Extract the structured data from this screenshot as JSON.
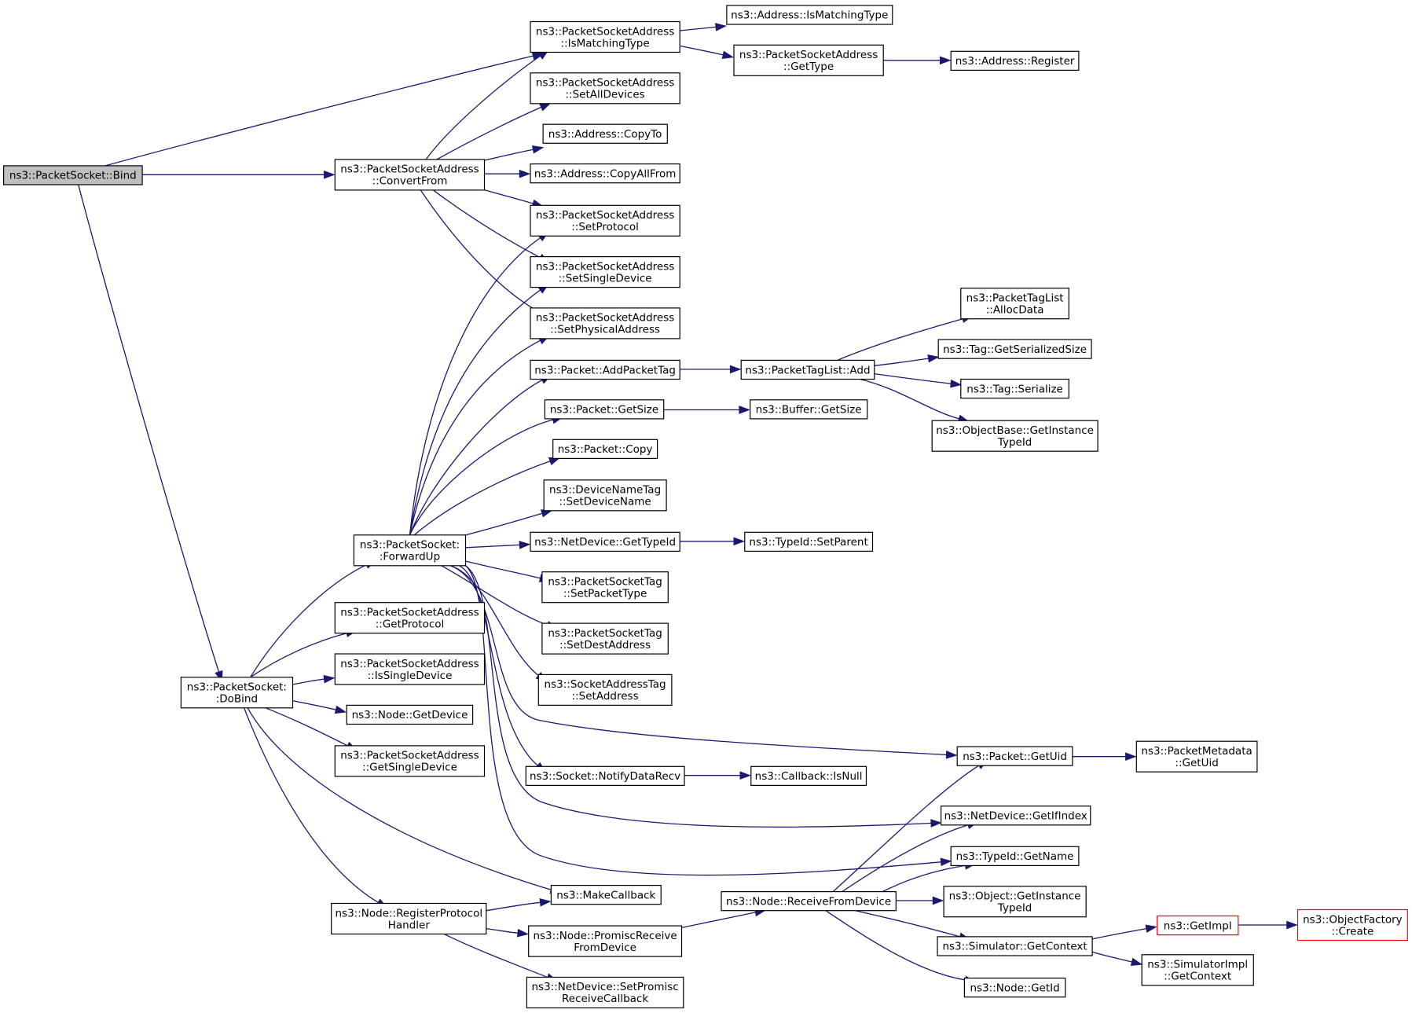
{
  "colors": {
    "edge": "#191970",
    "node_border": "#000000",
    "root_fill": "#bfbfbf",
    "truncated_border": "#ff0000",
    "node_fill": "#ffffff"
  },
  "nodes": [
    {
      "id": "bind",
      "lines": [
        "ns3::PacketSocket::Bind"
      ],
      "style": "root"
    },
    {
      "id": "psa_convert",
      "lines": [
        "ns3::PacketSocketAddress",
        "::ConvertFrom"
      ]
    },
    {
      "id": "psa_ismatch",
      "lines": [
        "ns3::PacketSocketAddress",
        "::IsMatchingType"
      ]
    },
    {
      "id": "addr_ismatch",
      "lines": [
        "ns3::Address::IsMatchingType"
      ]
    },
    {
      "id": "psa_gettype",
      "lines": [
        "ns3::PacketSocketAddress",
        "::GetType"
      ]
    },
    {
      "id": "addr_register",
      "lines": [
        "ns3::Address::Register"
      ]
    },
    {
      "id": "psa_setall",
      "lines": [
        "ns3::PacketSocketAddress",
        "::SetAllDevices"
      ]
    },
    {
      "id": "addr_copyto",
      "lines": [
        "ns3::Address::CopyTo"
      ]
    },
    {
      "id": "addr_copyall",
      "lines": [
        "ns3::Address::CopyAllFrom"
      ]
    },
    {
      "id": "psa_setproto",
      "lines": [
        "ns3::PacketSocketAddress",
        "::SetProtocol"
      ]
    },
    {
      "id": "psa_setsingle",
      "lines": [
        "ns3::PacketSocketAddress",
        "::SetSingleDevice"
      ]
    },
    {
      "id": "psa_setphys",
      "lines": [
        "ns3::PacketSocketAddress",
        "::SetPhysicalAddress"
      ]
    },
    {
      "id": "pkt_addtag",
      "lines": [
        "ns3::Packet::AddPacketTag"
      ]
    },
    {
      "id": "ptl_add",
      "lines": [
        "ns3::PacketTagList::Add"
      ]
    },
    {
      "id": "ptl_alloc",
      "lines": [
        "ns3::PacketTagList",
        "::AllocData"
      ]
    },
    {
      "id": "tag_getsize",
      "lines": [
        "ns3::Tag::GetSerializedSize"
      ]
    },
    {
      "id": "tag_serialize",
      "lines": [
        "ns3::Tag::Serialize"
      ]
    },
    {
      "id": "ob_getinst",
      "lines": [
        "ns3::ObjectBase::GetInstance",
        "TypeId"
      ]
    },
    {
      "id": "pkt_getsize",
      "lines": [
        "ns3::Packet::GetSize"
      ]
    },
    {
      "id": "buf_getsize",
      "lines": [
        "ns3::Buffer::GetSize"
      ]
    },
    {
      "id": "pkt_copy",
      "lines": [
        "ns3::Packet::Copy"
      ]
    },
    {
      "id": "dnt_setname",
      "lines": [
        "ns3::DeviceNameTag",
        "::SetDeviceName"
      ]
    },
    {
      "id": "ps_forwardup",
      "lines": [
        "ns3::PacketSocket:",
        ":ForwardUp"
      ]
    },
    {
      "id": "nd_gettypeid",
      "lines": [
        "ns3::NetDevice::GetTypeId"
      ]
    },
    {
      "id": "tid_setparent",
      "lines": [
        "ns3::TypeId::SetParent"
      ]
    },
    {
      "id": "pst_settype",
      "lines": [
        "ns3::PacketSocketTag",
        "::SetPacketType"
      ]
    },
    {
      "id": "pst_setdest",
      "lines": [
        "ns3::PacketSocketTag",
        "::SetDestAddress"
      ]
    },
    {
      "id": "psa_getproto",
      "lines": [
        "ns3::PacketSocketAddress",
        "::GetProtocol"
      ]
    },
    {
      "id": "sat_setaddr",
      "lines": [
        "ns3::SocketAddressTag",
        "::SetAddress"
      ]
    },
    {
      "id": "psa_issingle",
      "lines": [
        "ns3::PacketSocketAddress",
        "::IsSingleDevice"
      ]
    },
    {
      "id": "ps_dobind",
      "lines": [
        "ns3::PacketSocket:",
        ":DoBind"
      ]
    },
    {
      "id": "node_getdev",
      "lines": [
        "ns3::Node::GetDevice"
      ]
    },
    {
      "id": "psa_getsingle",
      "lines": [
        "ns3::PacketSocketAddress",
        "::GetSingleDevice"
      ]
    },
    {
      "id": "pkt_getuid",
      "lines": [
        "ns3::Packet::GetUid"
      ]
    },
    {
      "id": "pm_getuid",
      "lines": [
        "ns3::PacketMetadata",
        "::GetUid"
      ]
    },
    {
      "id": "sock_notify",
      "lines": [
        "ns3::Socket::NotifyDataRecv"
      ]
    },
    {
      "id": "cb_isnull",
      "lines": [
        "ns3::Callback::IsNull"
      ]
    },
    {
      "id": "nd_getif",
      "lines": [
        "ns3::NetDevice::GetIfIndex"
      ]
    },
    {
      "id": "tid_getname",
      "lines": [
        "ns3::TypeId::GetName"
      ]
    },
    {
      "id": "makecb",
      "lines": [
        "ns3::MakeCallback"
      ]
    },
    {
      "id": "node_recv",
      "lines": [
        "ns3::Node::ReceiveFromDevice"
      ]
    },
    {
      "id": "obj_getinst",
      "lines": [
        "ns3::Object::GetInstance",
        "TypeId"
      ]
    },
    {
      "id": "node_regproto",
      "lines": [
        "ns3::Node::RegisterProtocol",
        "Handler"
      ]
    },
    {
      "id": "node_promisc",
      "lines": [
        "ns3::Node::PromiscReceive",
        "FromDevice"
      ]
    },
    {
      "id": "sim_getimpl",
      "lines": [
        "ns3::GetImpl"
      ],
      "style": "truncated"
    },
    {
      "id": "objfact_create",
      "lines": [
        "ns3::ObjectFactory",
        "::Create"
      ],
      "style": "truncated"
    },
    {
      "id": "sim_getctx",
      "lines": [
        "ns3::Simulator::GetContext"
      ]
    },
    {
      "id": "simimpl_getctx",
      "lines": [
        "ns3::SimulatorImpl",
        "::GetContext"
      ]
    },
    {
      "id": "nd_setpromisc",
      "lines": [
        "ns3::NetDevice::SetPromisc",
        "ReceiveCallback"
      ]
    },
    {
      "id": "node_getid",
      "lines": [
        "ns3::Node::GetId"
      ]
    }
  ]
}
